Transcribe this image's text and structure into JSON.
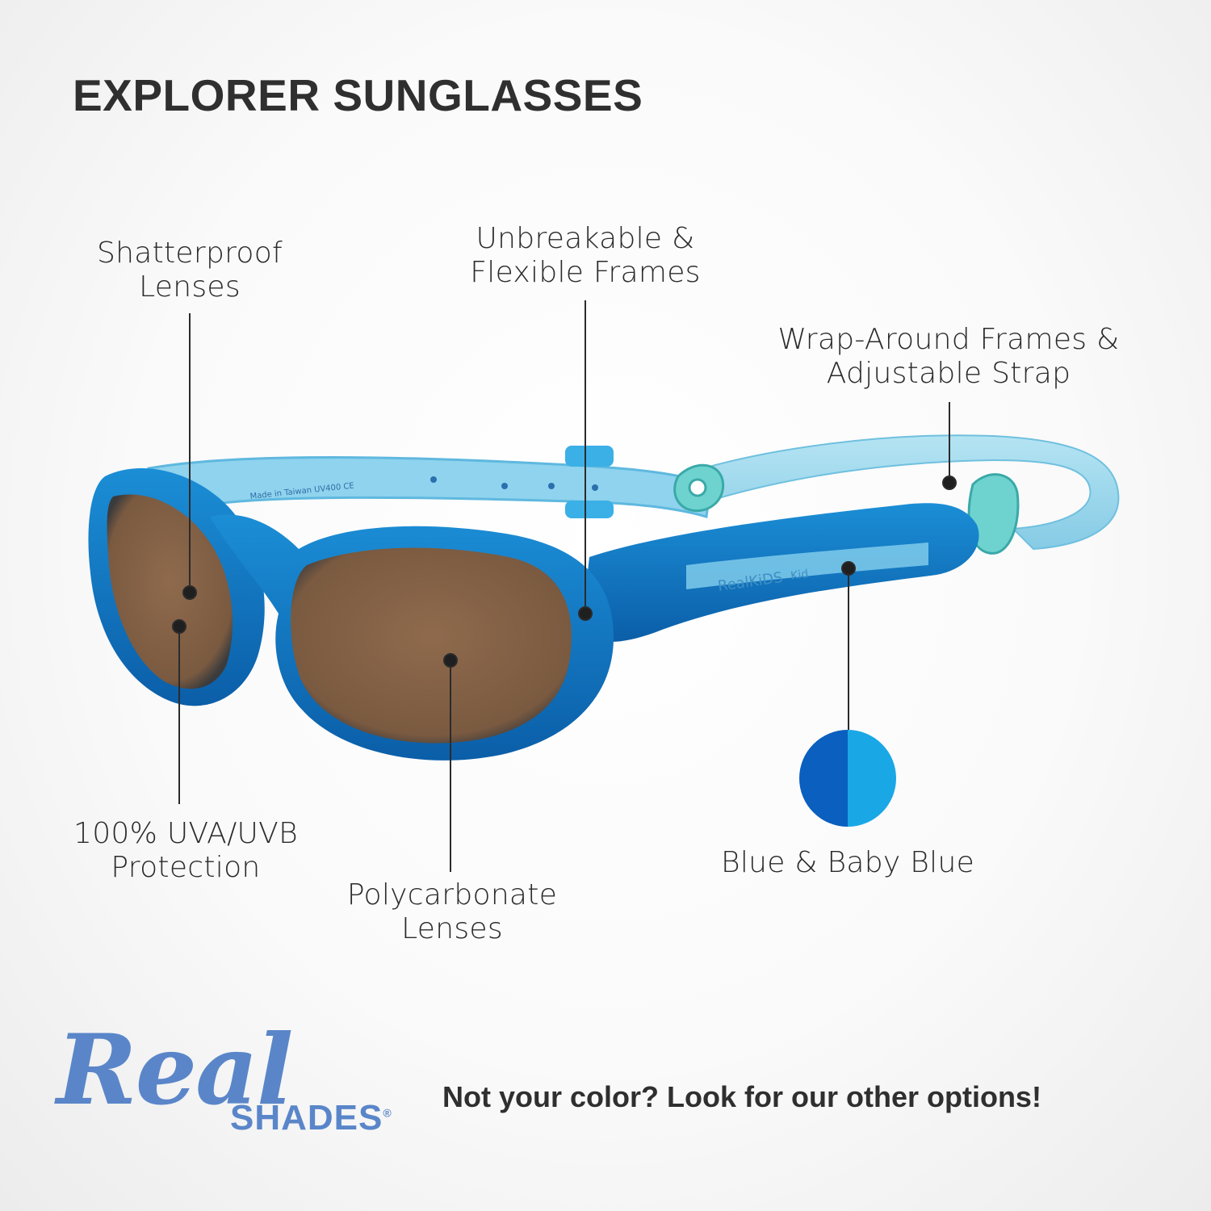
{
  "title": "EXPLORER SUNGLASSES",
  "callouts": {
    "shatterproof": [
      "Shatterproof",
      "Lenses"
    ],
    "unbreakable": [
      "Unbreakable &",
      "Flexible Frames"
    ],
    "wrap": [
      "Wrap-Around Frames &",
      "Adjustable Strap"
    ],
    "uv": [
      "100% UVA/UVB",
      "Protection"
    ],
    "polycarbonate": [
      "Polycarbonate",
      "Lenses"
    ],
    "color": "Blue & Baby Blue"
  },
  "frame_text": {
    "brand": "RealKiDS",
    "size": "Kid",
    "made_in": "Made in Taiwan UV400 CE"
  },
  "swatch": {
    "left_color": "#0a5fbf",
    "right_color": "#1aa7e6"
  },
  "logo": {
    "word1": "Real",
    "word2": "SHADES",
    "mark": "®"
  },
  "tagline": "Not your color? Look for our other options!"
}
